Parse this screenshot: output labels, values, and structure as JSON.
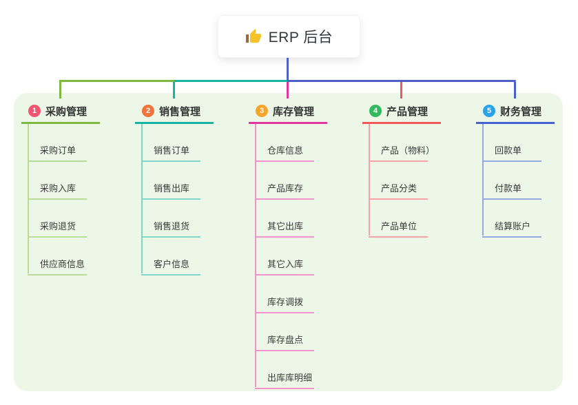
{
  "root": {
    "label": "ERP 后台",
    "icon": "thumbs-up-icon"
  },
  "colors": {
    "canvas_bg": "#ffffff",
    "panel_bg": "#ecf7e7",
    "root_connector": "#4e60c6",
    "text": "#333333"
  },
  "branches": [
    {
      "badge": "1",
      "badge_color": "#f2566f",
      "line_color": "#7cb93f",
      "light_color": "#b9dd97",
      "title": "采购管理",
      "children": [
        "采购订单",
        "采购入库",
        "采购退货",
        "供应商信息"
      ]
    },
    {
      "badge": "2",
      "badge_color": "#f0743c",
      "line_color": "#17b3a3",
      "light_color": "#82d6c9",
      "title": "销售管理",
      "children": [
        "销售订单",
        "销售出库",
        "销售退货",
        "客户信息"
      ]
    },
    {
      "badge": "3",
      "badge_color": "#f7a42a",
      "line_color": "#e0369e",
      "light_color": "#f291cb",
      "title": "库存管理",
      "children": [
        "仓库信息",
        "产品库存",
        "其它出库",
        "其它入库",
        "库存调拨",
        "库存盘点",
        "出库库明细"
      ]
    },
    {
      "badge": "4",
      "badge_color": "#33b95d",
      "line_color": "#f25757",
      "light_color": "#f8a3a3",
      "title": "产品管理",
      "children": [
        "产品（物料）",
        "产品分类",
        "产品单位"
      ]
    },
    {
      "badge": "5",
      "badge_color": "#2aa3ec",
      "line_color": "#4462cf",
      "light_color": "#93a9e2",
      "title": "财务管理",
      "children": [
        "回款单",
        "付款单",
        "结算账户"
      ]
    }
  ]
}
